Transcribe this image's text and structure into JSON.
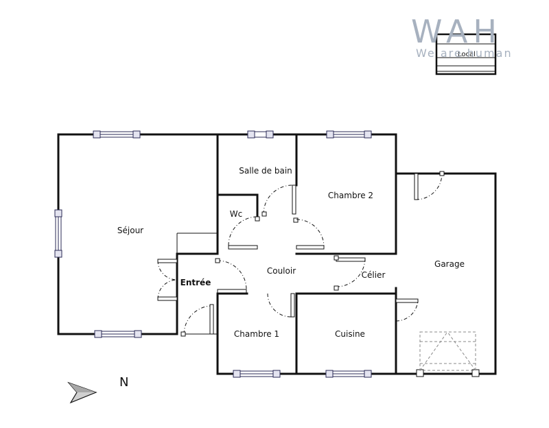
{
  "watermark": {
    "logo": "WAH",
    "tagline": "We are human"
  },
  "compass": {
    "label": "N",
    "icon": "north-arrow-icon"
  },
  "rooms": {
    "sejour": "Séjour",
    "salle_de_bain": "Salle de bain",
    "chambre_2": "Chambre 2",
    "wc": "Wc",
    "couloir": "Couloir",
    "entree": "Entrée",
    "celier": "Célier",
    "garage": "Garage",
    "chambre_1": "Chambre 1",
    "cuisine": "Cuisine",
    "local": "Local"
  },
  "colors": {
    "walls": "#111111",
    "watermark": "#a7b1bf",
    "windows": "#2a2a55"
  }
}
